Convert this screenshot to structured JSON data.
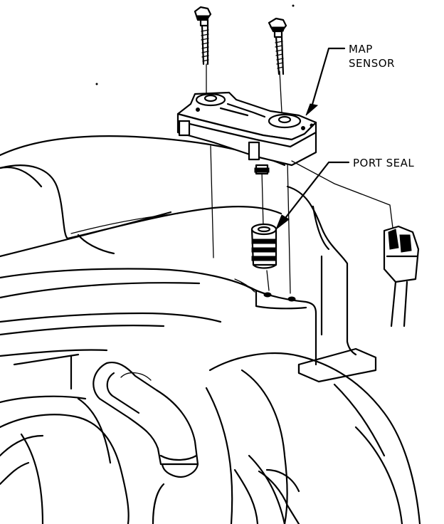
{
  "labels": {
    "map_sensor_line1": "MAP",
    "map_sensor_line2": "SENSOR",
    "port_seal": "PORT SEAL"
  }
}
